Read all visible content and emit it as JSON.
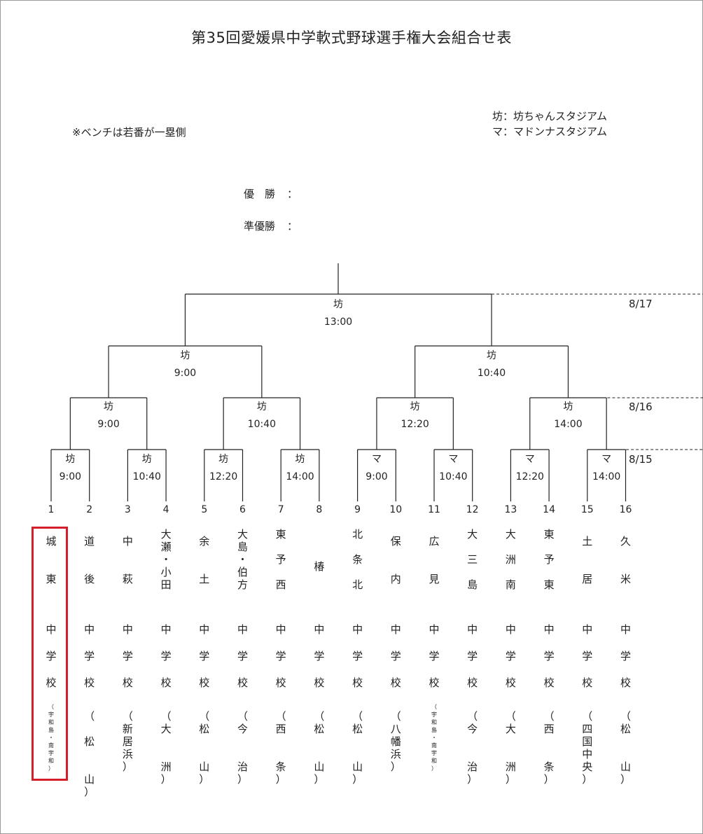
{
  "title": "第35回愛媛県中学軟式野球選手権大会組合せ表",
  "note": "※ベンチは若番が一塁側",
  "legend": [
    "坊：坊ちゃんスタジアム",
    "マ：マドンナスタジアム"
  ],
  "winner_label": "優　勝",
  "runnerup_label": "準優勝",
  "colon": "：",
  "dates": [
    "8/17",
    "8/16",
    "8/15"
  ],
  "final": {
    "venue": "坊",
    "time": "13:00"
  },
  "semifinals": [
    {
      "venue": "坊",
      "time": "9:00"
    },
    {
      "venue": "坊",
      "time": "10:40"
    }
  ],
  "quarterfinals": [
    {
      "venue": "坊",
      "time": "9:00"
    },
    {
      "venue": "坊",
      "time": "10:40"
    },
    {
      "venue": "坊",
      "time": "12:20"
    },
    {
      "venue": "坊",
      "time": "14:00"
    }
  ],
  "first_round": [
    {
      "venue": "坊",
      "time": "9:00"
    },
    {
      "venue": "坊",
      "time": "10:40"
    },
    {
      "venue": "坊",
      "time": "12:20"
    },
    {
      "venue": "坊",
      "time": "14:00"
    },
    {
      "venue": "マ",
      "time": "9:00"
    },
    {
      "venue": "マ",
      "time": "10:40"
    },
    {
      "venue": "マ",
      "time": "12:20"
    },
    {
      "venue": "マ",
      "time": "14:00"
    }
  ],
  "school_suffix": "中\n学\n校",
  "teams": [
    {
      "seed": "1",
      "name": "城\n\n\n東",
      "area": "（\n宇\n和\n島\n・\n南\n宇\n和\n）"
    },
    {
      "seed": "2",
      "name": "道\n\n\n後",
      "area": "（\n\n松\n\n\n山\n）"
    },
    {
      "seed": "3",
      "name": "中\n\n\n萩",
      "area": "（\n新\n居\n浜\n）"
    },
    {
      "seed": "4",
      "name": "大\n瀬\n・\n小\n田",
      "area": "（\n大\n\n\n洲\n）"
    },
    {
      "seed": "5",
      "name": "余\n\n\n土",
      "area": "（\n松\n\n\n山\n）"
    },
    {
      "seed": "6",
      "name": "大\n島\n・\n伯\n方",
      "area": "（\n今\n\n\n治\n）"
    },
    {
      "seed": "7",
      "name": "東\n\n予\n\n西",
      "area": "（\n西\n\n\n条\n）"
    },
    {
      "seed": "8",
      "name": "\n\n椿",
      "area": "（\n松\n\n\n山\n）"
    },
    {
      "seed": "9",
      "name": "北\n\n条\n\n北",
      "area": "（\n松\n\n\n山\n）"
    },
    {
      "seed": "10",
      "name": "保\n\n\n内",
      "area": "（\n八\n幡\n浜\n）"
    },
    {
      "seed": "11",
      "name": "広\n\n\n見",
      "area": "（\n宇\n和\n島\n・\n南\n宇\n和\n）"
    },
    {
      "seed": "12",
      "name": "大\n\n三\n\n島",
      "area": "（\n今\n\n\n治\n）"
    },
    {
      "seed": "13",
      "name": "大\n\n洲\n\n南",
      "area": "（\n大\n\n\n洲\n）"
    },
    {
      "seed": "14",
      "name": "東\n\n予\n\n東",
      "area": "（\n西\n\n\n条\n）"
    },
    {
      "seed": "15",
      "name": "土\n\n\n居",
      "area": "（\n四\n国\n中\n央\n）"
    },
    {
      "seed": "16",
      "name": "久\n\n\n米",
      "area": "（\n松\n\n\n山\n）"
    }
  ]
}
